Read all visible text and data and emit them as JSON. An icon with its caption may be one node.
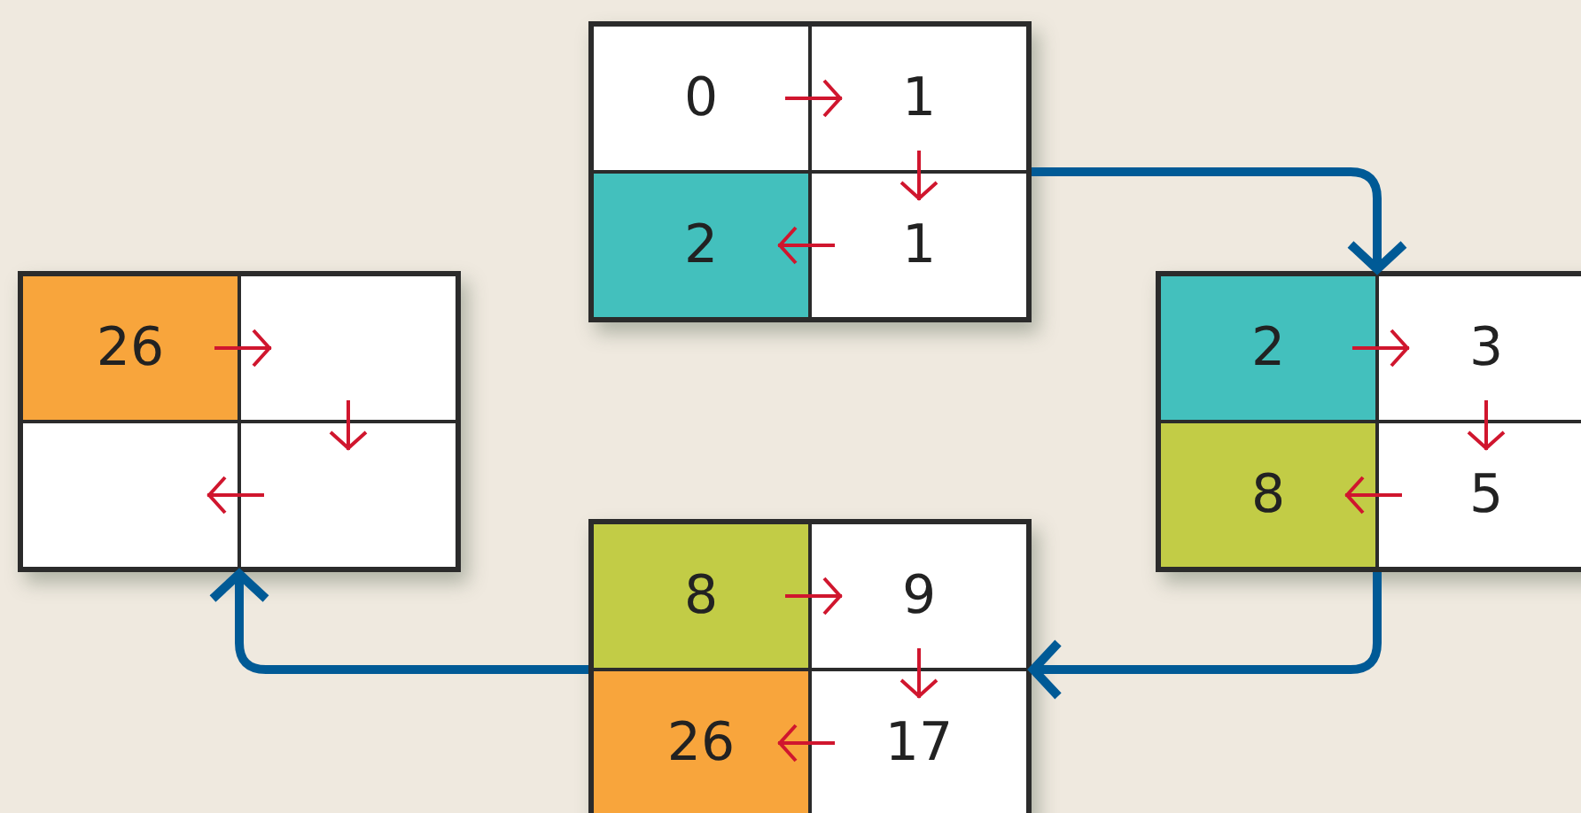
{
  "diagram": {
    "nodes": [
      {
        "text": [],
        "shape": "box"
      },
      {
        "text": [
          "0"
        ],
        "in": 0
      },
      {
        "text": [
          "1"
        ],
        "in": 0
      },
      {
        "text": [
          "2"
        ],
        "in": 0
      },
      {
        "text": [
          "1"
        ],
        "in": 0
      },
      {
        "text": [],
        "shape": "box"
      },
      {
        "text": [
          "2"
        ],
        "in": 5
      },
      {
        "text": [
          "3"
        ],
        "in": 5
      },
      {
        "text": [
          "8"
        ],
        "in": 5
      },
      {
        "text": [
          "5"
        ],
        "in": 5
      },
      {
        "text": [],
        "shape": "box"
      },
      {
        "text": [
          "8"
        ],
        "in": 10
      },
      {
        "text": [
          "9"
        ],
        "in": 10
      },
      {
        "text": [
          "26"
        ],
        "in": 10
      },
      {
        "text": [
          "17"
        ],
        "in": 10
      },
      {
        "text": [],
        "shape": "box"
      },
      {
        "text": [
          "26"
        ],
        "in": 15
      },
      {
        "text": [],
        "shape": "box",
        "in": 15
      },
      {
        "text": [],
        "shape": "box",
        "in": 15
      },
      {
        "text": [],
        "shape": "box",
        "in": 15
      }
    ],
    "edges": [
      {
        "from": 1,
        "to": 2,
        "arrow": "to"
      },
      {
        "from": 2,
        "to": 4,
        "arrow": "to"
      },
      {
        "from": 4,
        "to": 3,
        "arrow": "to"
      },
      {
        "from": 0,
        "to": 5,
        "arrow": "to",
        "style": "thick",
        "color": "#005a96"
      },
      {
        "from": 6,
        "to": 7,
        "arrow": "to"
      },
      {
        "from": 7,
        "to": 9,
        "arrow": "to"
      },
      {
        "from": 9,
        "to": 8,
        "arrow": "to"
      },
      {
        "from": 5,
        "to": 10,
        "arrow": "to",
        "style": "thick",
        "color": "#005a96"
      },
      {
        "from": 11,
        "to": 12,
        "arrow": "to"
      },
      {
        "from": 12,
        "to": 14,
        "arrow": "to"
      },
      {
        "from": 14,
        "to": 13,
        "arrow": "to"
      },
      {
        "from": 10,
        "to": 15,
        "arrow": "to",
        "style": "thick",
        "color": "#005a96"
      },
      {
        "from": 16,
        "to": 17,
        "arrow": "to"
      },
      {
        "from": 17,
        "to": 19,
        "arrow": "to"
      },
      {
        "from": 19,
        "to": 18,
        "arrow": "to"
      }
    ]
  }
}
